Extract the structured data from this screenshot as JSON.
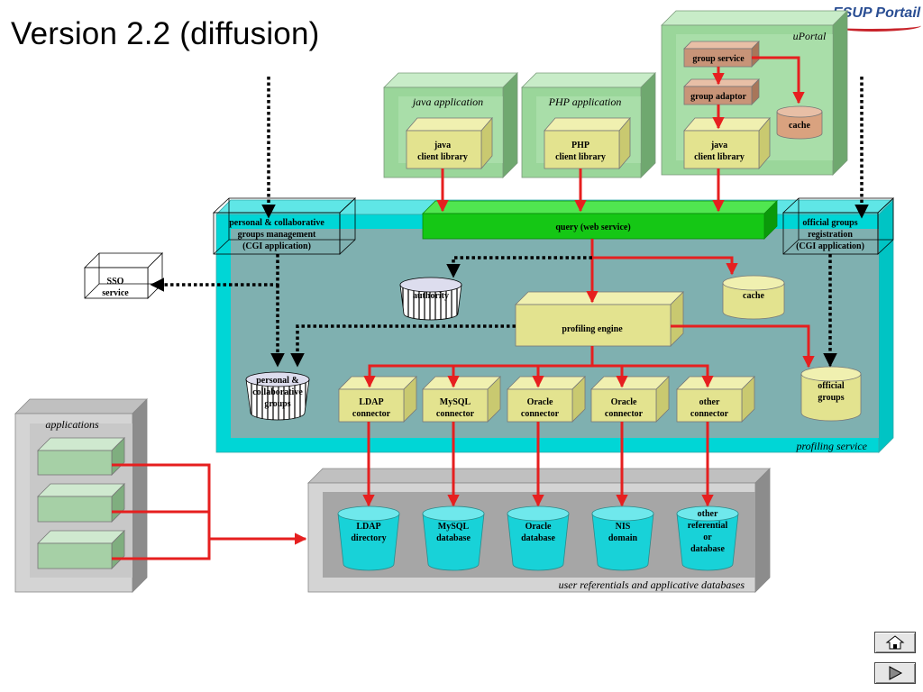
{
  "slide": {
    "title": "Version 2.2 (diffusion)"
  },
  "logo": {
    "text": "ESUP Portail"
  },
  "apps": {
    "java": {
      "frame_label": "java application",
      "box_label": [
        "java",
        "client library"
      ]
    },
    "php": {
      "frame_label": "PHP application",
      "box_label": [
        "PHP",
        "client library"
      ]
    },
    "uportal": {
      "frame_label": "uPortal",
      "group_service": "group service",
      "group_adaptor": "group adaptor",
      "client_library": [
        "java",
        "client library"
      ],
      "cache": "cache"
    }
  },
  "profiling": {
    "frame_label": "profiling service",
    "query": "query (web service)",
    "personal_mgmt": [
      "personal & collaborative",
      "groups management",
      "(CGI application)"
    ],
    "official_reg": [
      "official groups",
      "registration",
      "(CGI application)"
    ],
    "authority": "authority",
    "cache": "cache",
    "engine": "profiling engine",
    "personal_groups": [
      "personal &",
      "collaborative",
      "groups"
    ],
    "official_groups": [
      "official",
      "groups"
    ],
    "connectors": [
      [
        "LDAP",
        "connector"
      ],
      [
        "MySQL",
        "connector"
      ],
      [
        "Oracle",
        "connector"
      ],
      [
        "Oracle",
        "connector"
      ],
      [
        "other",
        "connector"
      ]
    ]
  },
  "sso": [
    "SSO",
    "service"
  ],
  "applications": {
    "frame_label": "applications"
  },
  "databases": {
    "frame_label": "user referentials and applicative databases",
    "items": [
      [
        "LDAP",
        "directory"
      ],
      [
        "MySQL",
        "database"
      ],
      [
        "Oracle",
        "database"
      ],
      [
        "NIS",
        "domain"
      ],
      [
        "other",
        "referential",
        "or",
        "database"
      ]
    ]
  },
  "nav": {
    "home_icon": "home-icon",
    "next_icon": "play-icon"
  },
  "colors": {
    "arrow": "#e61f1f",
    "frame_green": "#9ad69a",
    "box_yellow": "#e3e38f",
    "query_green": "#15c715",
    "profiling_teal": "#7fb0b0",
    "cyan": "#00d6d6",
    "cylinder_blue": "#18d2d8"
  }
}
